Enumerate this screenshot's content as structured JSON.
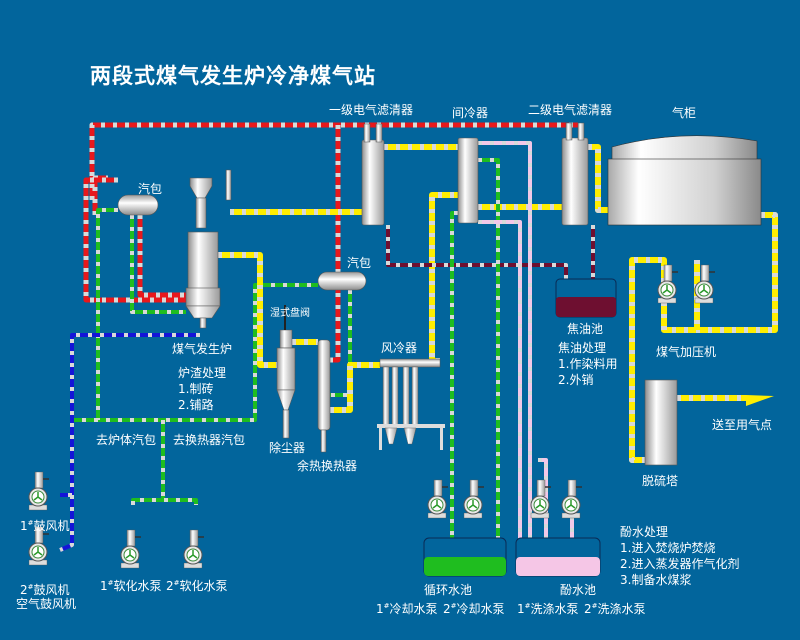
{
  "title": "两段式煤气发生炉冷净煤气站",
  "colors": {
    "background": "#02659c",
    "gas_pipe": "#ffee00",
    "steam_pipe": "#e8181c",
    "soft_water_pipe": "#1fbd1f",
    "air_pipe": "#1414d8",
    "tar_pipe": "#6e0f30",
    "phenol_water_pipe": "#f2c8e8",
    "pipe_stripe": "#d9d9d9",
    "circulating_water": "#1fbd1f",
    "phenol_water": "#f5c6e6",
    "tar": "#6e0f30"
  },
  "labels": {
    "esp1": "一级电气滤清器",
    "intercooler": "间冷器",
    "esp2": "二级电气滤清器",
    "gas_holder": "气柜",
    "drum1": "汽包",
    "drum2": "汽包",
    "wet_valve": "湿式盘阀",
    "gasifier": "煤气发生炉",
    "dust_collector": "除尘器",
    "waste_heat_exchanger": "余热换热器",
    "air_cooler": "风冷器",
    "tar_tank": "焦油池",
    "booster": "煤气加压机",
    "desulfurizer": "脱硫塔",
    "to_users": "送至用气点",
    "to_furnace_drum": "去炉体汽包",
    "to_exchanger_drum": "去换热器汽包",
    "blower1": "鼓风机",
    "blower2": "鼓风机",
    "air_blower": "空气鼓风机",
    "soft_pump1": "软化水泵",
    "soft_pump2": "软化水泵",
    "circ_pool": "循环水池",
    "phenol_pool": "酚水池",
    "cool_pump1": "冷却水泵",
    "cool_pump2": "冷却水泵",
    "wash_pump1": "洗涤水泵",
    "wash_pump2": "洗涤水泵",
    "num1": "1",
    "num2": "2",
    "num_sup": "#"
  },
  "notes": {
    "slag": {
      "title": "炉渣处理",
      "items": [
        "1.制砖",
        "2.铺路"
      ]
    },
    "tar": {
      "title": "焦油处理",
      "items": [
        "1.作染料用",
        "2.外销"
      ]
    },
    "phenol": {
      "title": "酚水处理",
      "items": [
        "1.进入焚烧炉焚烧",
        "2.进入蒸发器作气化剂",
        "3.制备水煤浆"
      ]
    }
  }
}
